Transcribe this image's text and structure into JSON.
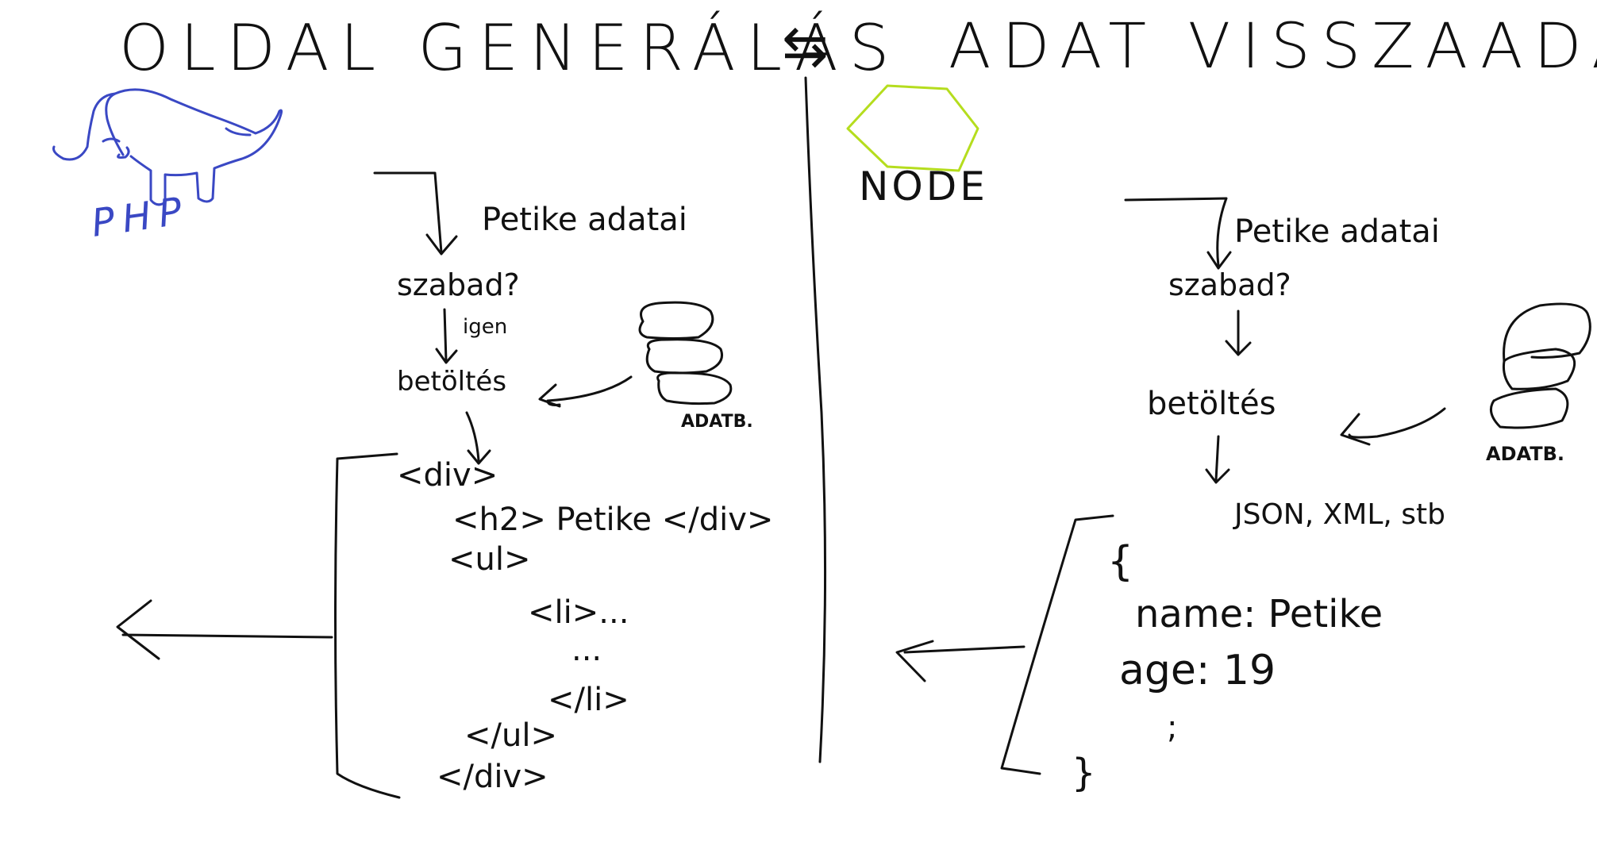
{
  "title": {
    "left": "OLDAL GENERÁLÁS",
    "separator": "⇆",
    "right": "ADAT VISSZAADÁS"
  },
  "left_panel": {
    "logo_label": "PHP",
    "steps": {
      "request": "Petike adatai",
      "question": "szabad?",
      "yes_label": "igen",
      "fill": "betöltés"
    },
    "db_label": "ADATB.",
    "html_code": [
      "<div>",
      "<h2> Petike </div>",
      "<ul>",
      "<li>...",
      "...",
      "</li>",
      "</ul>",
      "</div>"
    ]
  },
  "right_panel": {
    "logo_label": "NODE",
    "steps": {
      "request": "Petike adatai",
      "question": "szabad?",
      "fill": "betöltés"
    },
    "db_label": "ADATB.",
    "formats": "JSON, XML, stb",
    "json_code": [
      "{",
      "name: Petike",
      "age: 19",
      ";",
      "}"
    ]
  },
  "colors": {
    "php_logo": "#3a48c4",
    "node_logo": "#b5dd1e",
    "ink": "#111111"
  }
}
